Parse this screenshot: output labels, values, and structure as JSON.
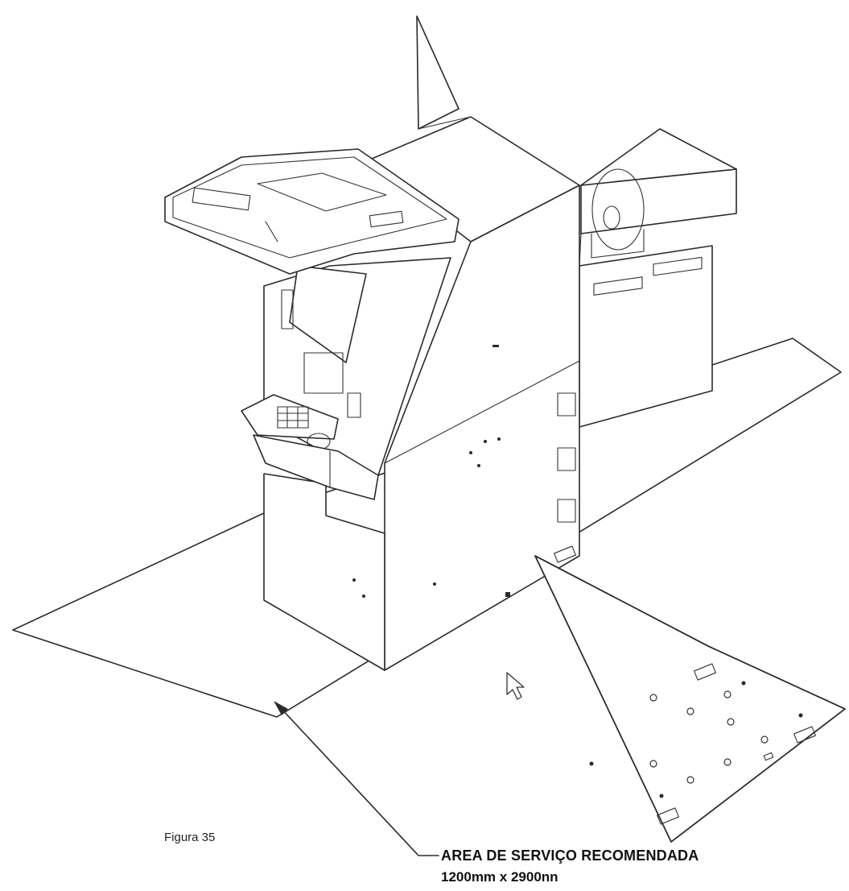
{
  "figure": {
    "label": "Figura 35"
  },
  "callout": {
    "title": "AREA DE SERVIÇO RECOMENDADA",
    "dimensions": "1200mm x 2900nn"
  }
}
